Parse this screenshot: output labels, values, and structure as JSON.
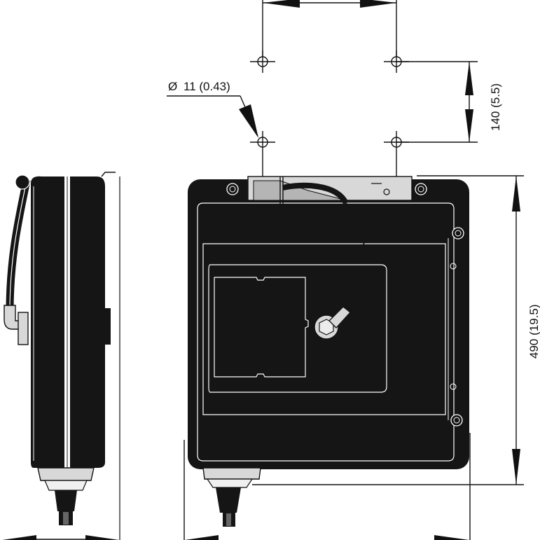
{
  "dimensions": {
    "hole_diameter": {
      "symbol": "Ø",
      "label": "11 (0.43)"
    },
    "hole_spacing_vertical": {
      "label": "140 (5.5)"
    },
    "overall_height": {
      "label": "490 (19.5)"
    }
  },
  "colors": {
    "body": "#151515",
    "line": "#111111",
    "highlight": "#ffffff",
    "metal": "#d8d8d8",
    "metal_dark": "#b5b5b5"
  },
  "icons": [
    "mounting-hole-icon",
    "arrowhead-icon",
    "hose-swivel-icon"
  ]
}
